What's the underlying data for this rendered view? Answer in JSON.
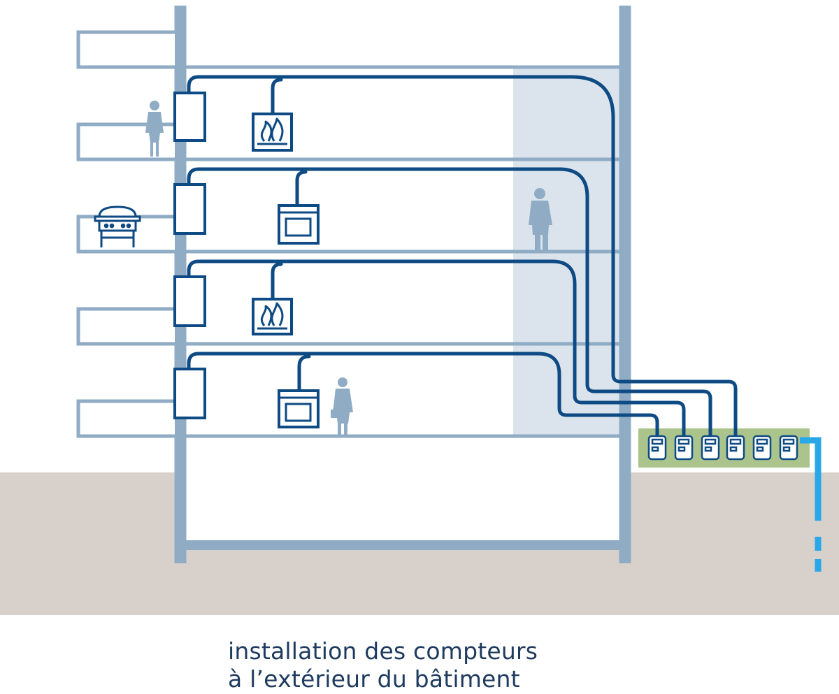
{
  "caption": {
    "line1": "installation des compteurs",
    "line2": "à l’extérieur du bâtiment"
  },
  "colors": {
    "structure": "#8facc4",
    "pipe": "#0e4a83",
    "ground": "#d8d0cb",
    "shaft": "#dbe4ed",
    "meter_box": "#aac48c",
    "service_line": "#29a8e8",
    "silhouette": "#8facc4",
    "caption_text": "#1e3a5f"
  },
  "floors": [
    {
      "appliance": "fireplace-icon",
      "occupant": "woman-silhouette",
      "balcony_item": "none"
    },
    {
      "appliance": "stove-icon",
      "occupant": "man-silhouette",
      "balcony_item": "barbecue-grill-icon"
    },
    {
      "appliance": "fireplace-icon",
      "occupant": "none",
      "balcony_item": "none"
    },
    {
      "appliance": "stove-icon",
      "occupant": "man-with-briefcase-silhouette",
      "balcony_item": "none"
    }
  ],
  "meters": {
    "count": 6,
    "connected": 4
  }
}
